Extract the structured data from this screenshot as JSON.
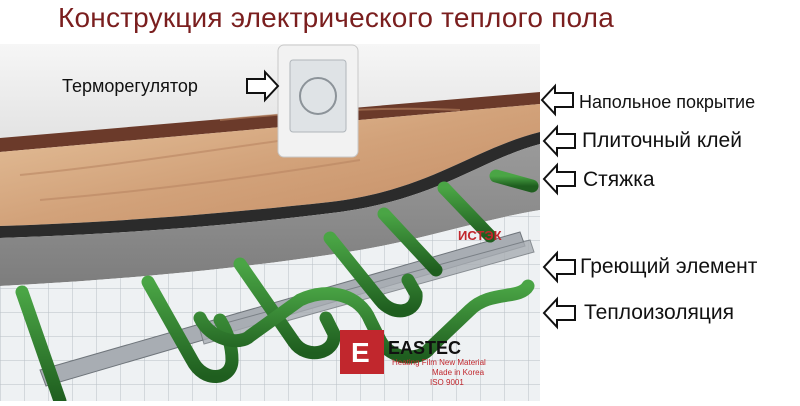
{
  "title": "Конструкция электрического теплого пола",
  "labels": {
    "thermostat": "Терморегулятор",
    "floor_covering": "Напольное покрытие",
    "tile_adhesive": "Плиточный клей",
    "screed": "Стяжка",
    "heating_element": "Греющий элемент",
    "insulation": "Теплоизоляция"
  },
  "brand": {
    "name": "EASTEC",
    "name_ru": "ИСТЭК",
    "subtitle": "Heating Film New Material",
    "made_in": "Made in Korea",
    "iso": "ISO 9001"
  },
  "colors": {
    "title": "#7a1e1e",
    "pipe": "#2f7f2e",
    "baseboard": "#6b3a2a",
    "wood": "#d8b08a",
    "adhesive": "#2b2b2b",
    "screed": "#8e8e8e",
    "insulation": "#e9ecef"
  }
}
